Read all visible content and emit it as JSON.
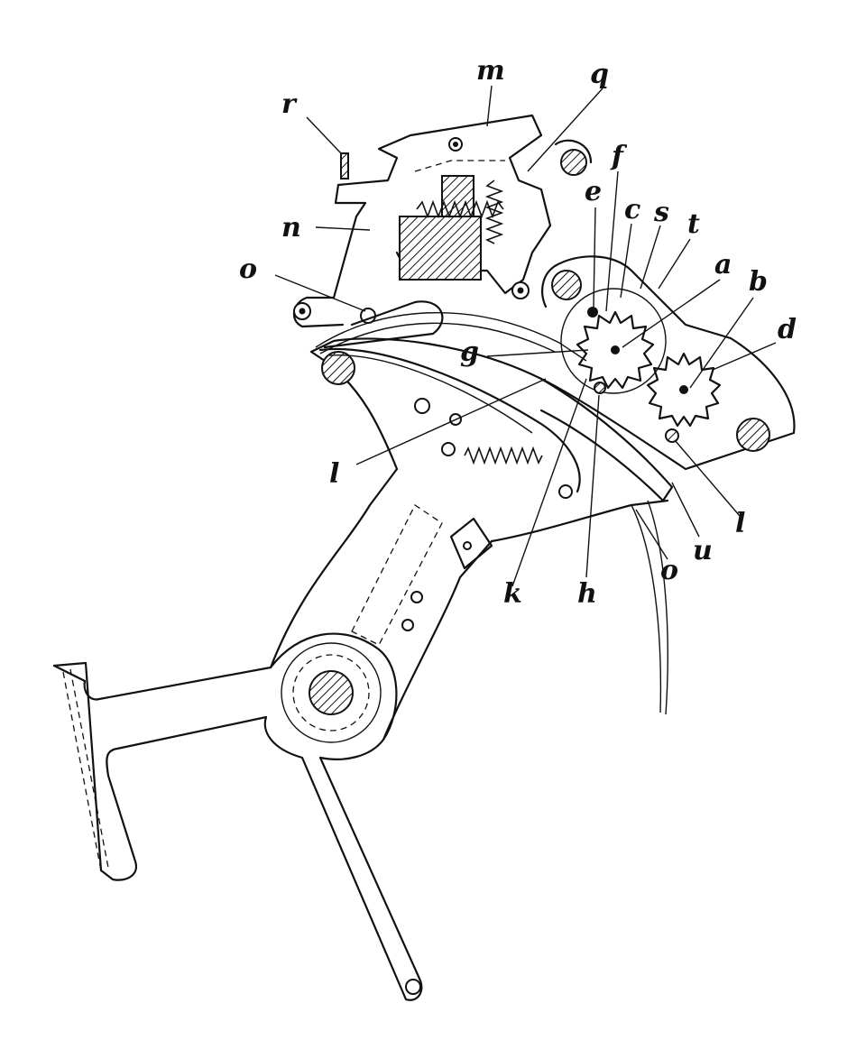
{
  "labels": {
    "m": "m",
    "q": "q",
    "r": "r",
    "f": "f",
    "e": "e",
    "c": "c",
    "s": "s",
    "t": "t",
    "n": "n",
    "a": "a",
    "b": "b",
    "o_top": "o",
    "d": "d",
    "g": "g",
    "l_left": "l",
    "l_right": "l",
    "k": "k",
    "h": "h",
    "o_bottom": "o",
    "u": "u"
  }
}
